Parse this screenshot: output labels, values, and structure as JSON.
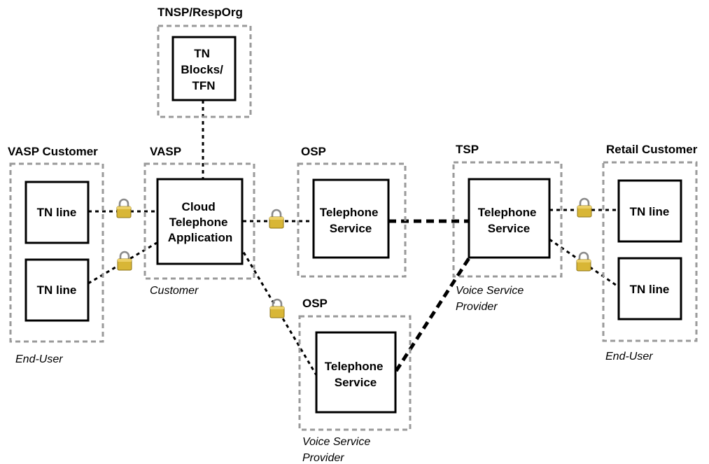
{
  "groups": {
    "tnsp": {
      "title": "TNSP/RespOrg",
      "box_lines": [
        "TN",
        "Blocks/",
        "TFN"
      ]
    },
    "vasp_customer": {
      "title": "VASP Customer",
      "role": "End-User",
      "line1": "TN line",
      "line2": "TN line"
    },
    "vasp": {
      "title": "VASP",
      "role": "Customer",
      "box_lines": [
        "Cloud",
        "Telephone",
        "Application"
      ]
    },
    "osp_top": {
      "title": "OSP",
      "box_lines": [
        "Telephone",
        "Service"
      ]
    },
    "tsp": {
      "title": "TSP",
      "role_lines": [
        "Voice Service",
        "Provider"
      ],
      "box_lines": [
        "Telephone",
        "Service"
      ]
    },
    "retail_customer": {
      "title": "Retail Customer",
      "role": "End-User",
      "line1": "TN line",
      "line2": "TN line"
    },
    "osp_bottom": {
      "title": "OSP",
      "role_lines": [
        "Voice Service",
        "Provider"
      ],
      "box_lines": [
        "Telephone",
        "Service"
      ]
    }
  },
  "icons": {
    "secure_link": "padlock-icon"
  }
}
